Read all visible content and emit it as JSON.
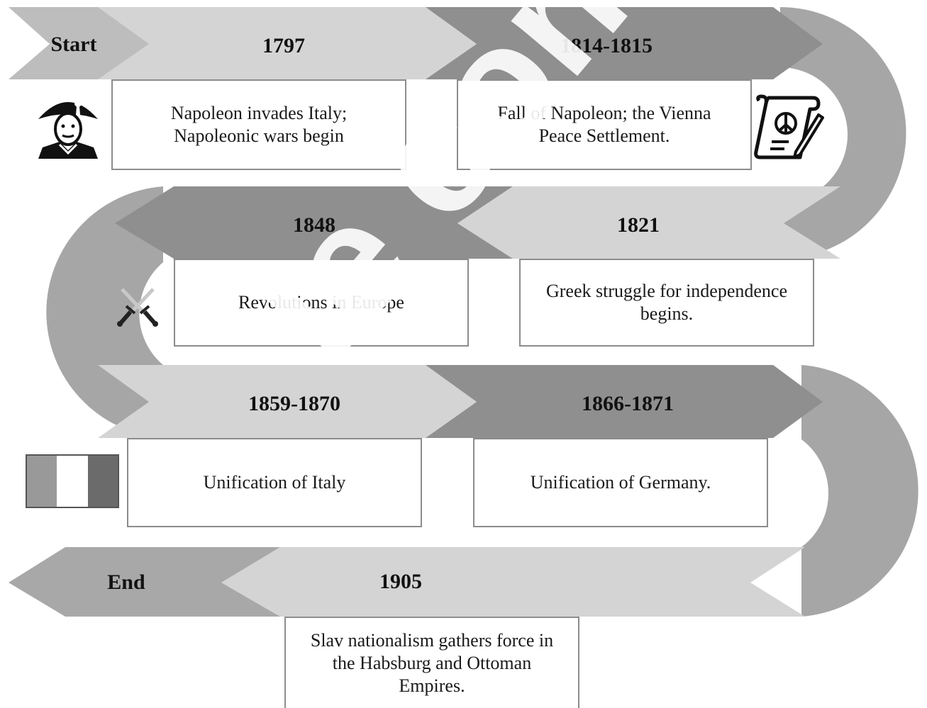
{
  "colors": {
    "light": "#d4d4d4",
    "dark": "#8f8f8f",
    "track": "#a6a6a6",
    "flag_left": "#999999",
    "flag_right": "#6b6b6b"
  },
  "icons": [
    "napoleon-bicorne-icon",
    "peace-scroll-icon",
    "crossed-swords-icon",
    "italy-flag-icon"
  ],
  "watermark": "le content",
  "start_label": "Start",
  "end_label": "End",
  "events": [
    {
      "year": "1797",
      "text": "Napoleon invades Italy;\nNapoleonic wars begin"
    },
    {
      "year": "1814-1815",
      "text": "Fall of Napoleon; the Vienna\nPeace Settlement."
    },
    {
      "year": "1821",
      "text": "Greek struggle for independence\nbegins."
    },
    {
      "year": "1848",
      "text": "Revolutions in Europe"
    },
    {
      "year": "1859-1870",
      "text": "Unification of Italy"
    },
    {
      "year": "1866-1871",
      "text": "Unification of Germany."
    },
    {
      "year": "1905",
      "text": "Slav nationalism gathers force in\nthe Habsburg and Ottoman\nEmpires."
    }
  ]
}
